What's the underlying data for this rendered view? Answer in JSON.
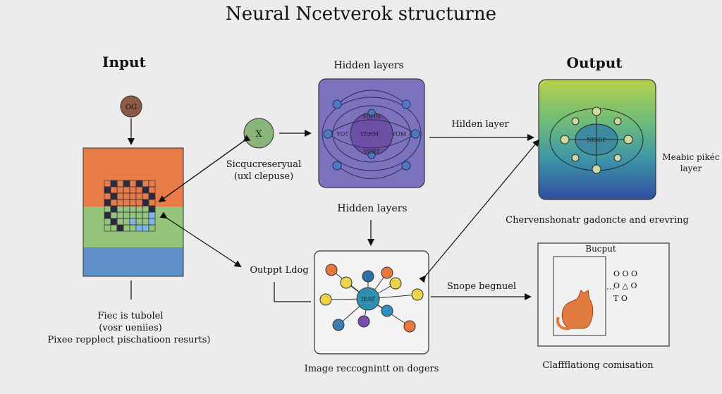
{
  "title": "Neural Ncetverok structurne",
  "sections": {
    "input": "Input",
    "hidden_top": "Hidden layers",
    "output": "Output"
  },
  "input_panel": {
    "og_node": "OG",
    "caption_lines": [
      "Fiec is tubolel",
      "(vosr ueniies)",
      "Pixee repplect pischatioon resurts)"
    ],
    "colors": {
      "top": "#e87b46",
      "middle": "#94c57a",
      "bottom": "#5f8fc9"
    }
  },
  "x_node": {
    "label": "X",
    "caption_lines": [
      "Sicqucreseryual",
      "(uxl clepuse)"
    ]
  },
  "hidden_panel": {
    "center_label": "YEHM",
    "inner_labels": {
      "top": "YOHN",
      "left": "YOT",
      "right": "YOM",
      "bottom": "YOBT"
    },
    "caption": "Hidden layers"
  },
  "arrow_labels": {
    "hidden_layer": "Hilden layer",
    "output_ldog": "Outppt Ldog",
    "snope": "Snope begnuel"
  },
  "output_panel": {
    "center_label": "NISDP",
    "side_label_lines": [
      "Meabic pikéc",
      "layer"
    ],
    "caption": "Chervenshonatr gadoncte and erevring"
  },
  "image_panel": {
    "center_label": "IEAT",
    "caption": "Image reccognintt on dogers"
  },
  "classification_panel": {
    "title": "Bucput",
    "glyph_rows": [
      "O  O  O",
      "O  △  O",
      "T    O"
    ],
    "caption": "Claffflationg comisation"
  }
}
